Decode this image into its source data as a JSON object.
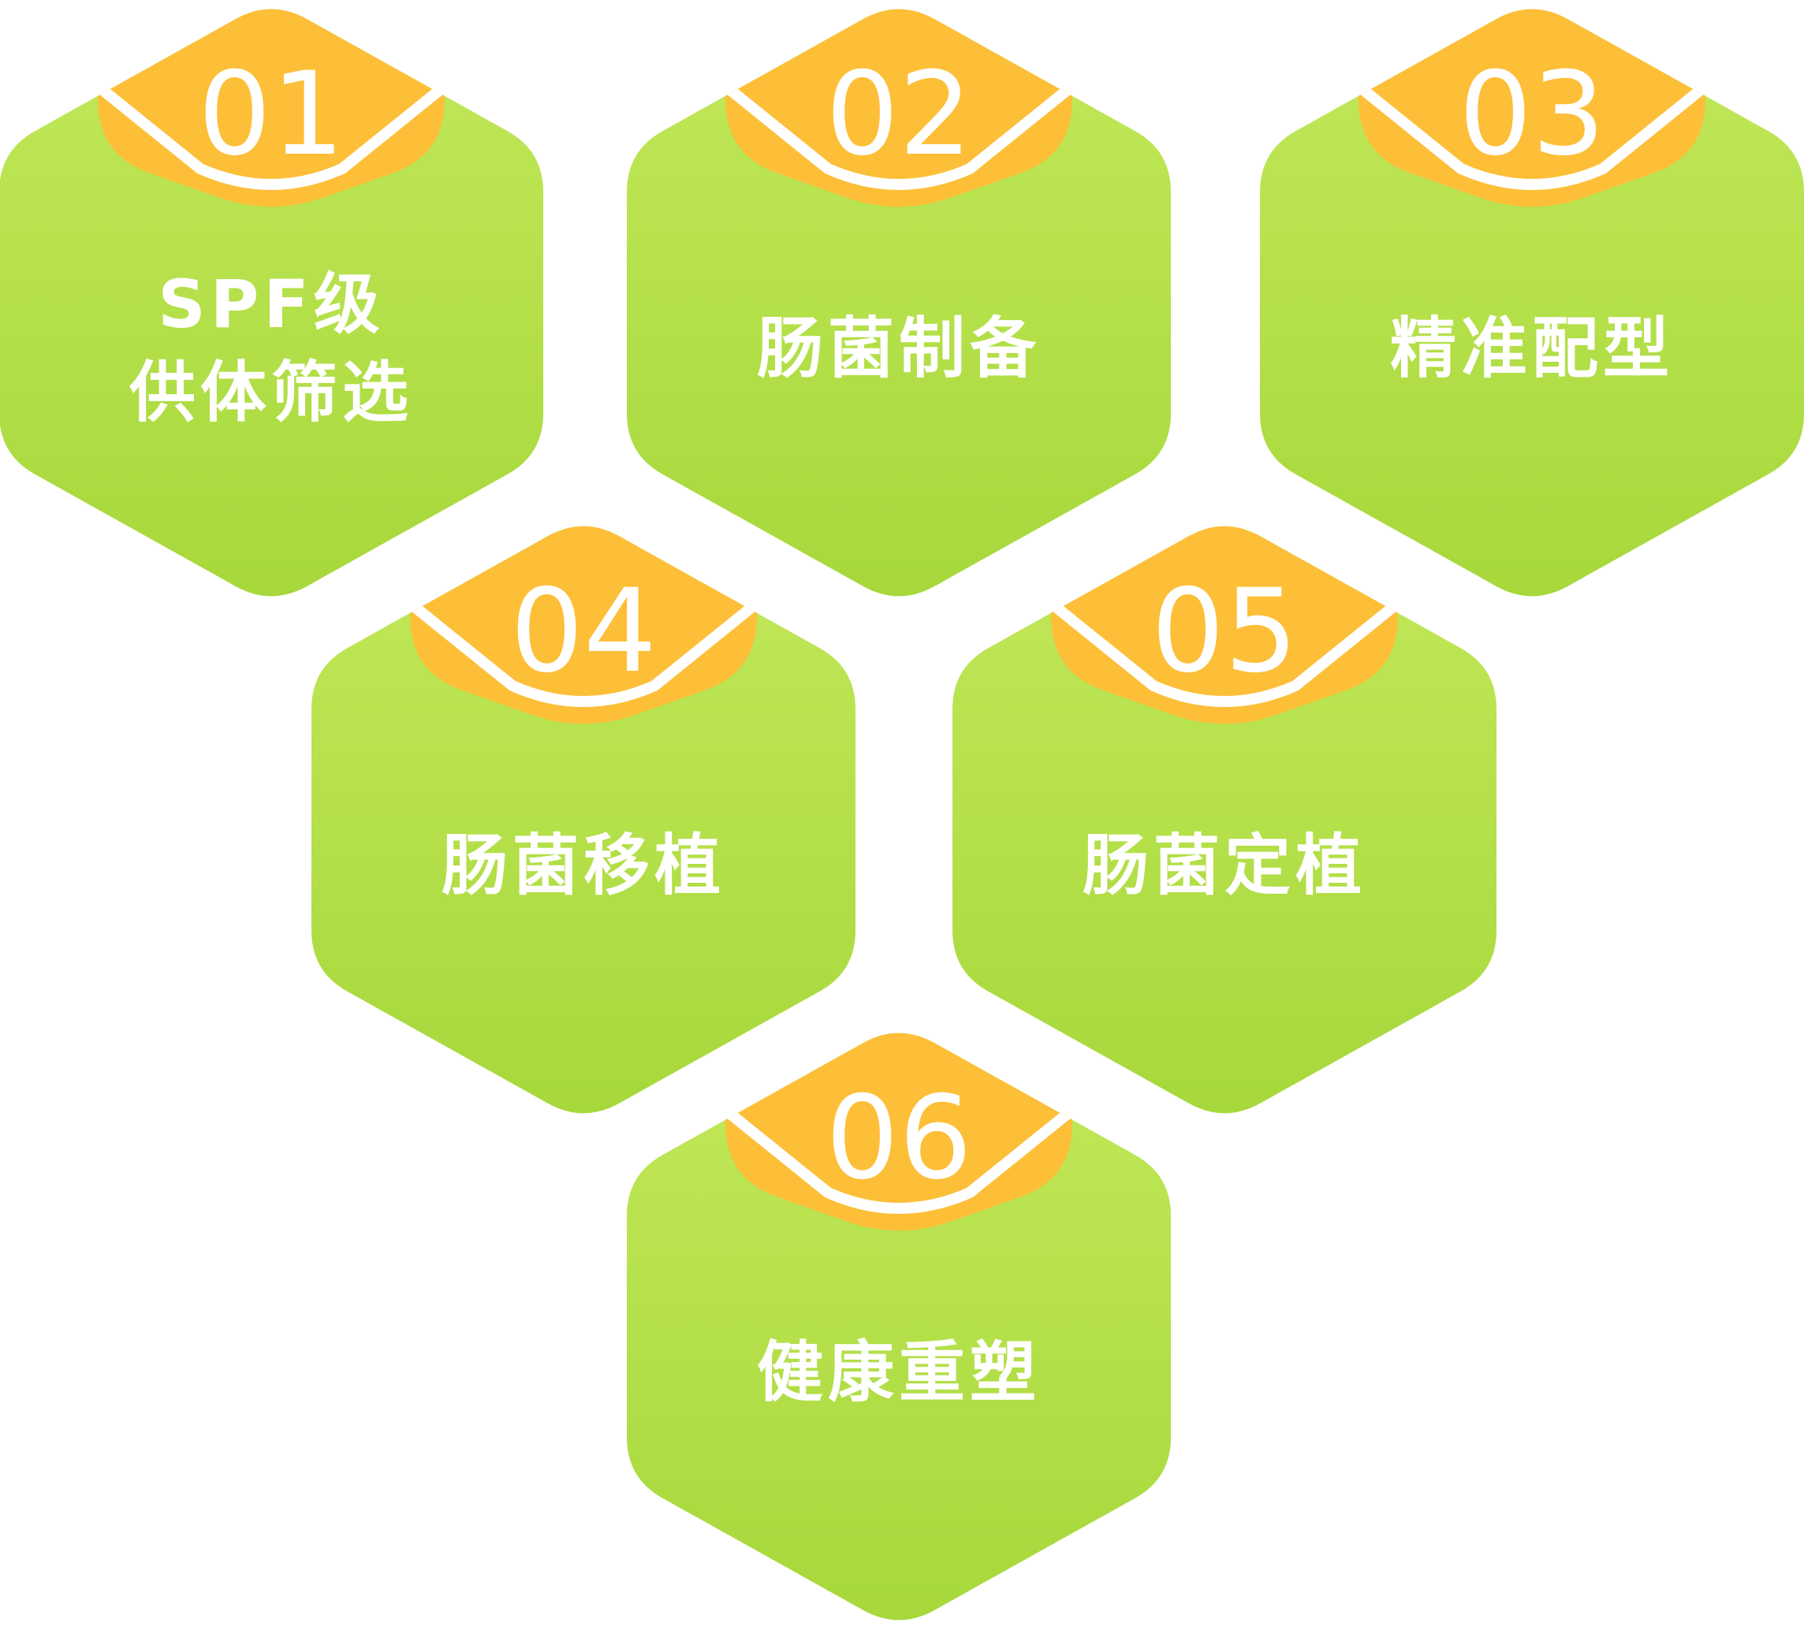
{
  "colors": {
    "hex_top": "#c2e85a",
    "hex_bottom": "#a7d83b",
    "badge": "#fdbf38",
    "separator": "#ffffff",
    "text": "#ffffff"
  },
  "steps": [
    {
      "number": "01",
      "title_lines": [
        "SPF级",
        "供体筛选"
      ]
    },
    {
      "number": "02",
      "title_lines": [
        "肠菌制备"
      ]
    },
    {
      "number": "03",
      "title_lines": [
        "精准配型"
      ]
    },
    {
      "number": "04",
      "title_lines": [
        "肠菌移植"
      ]
    },
    {
      "number": "05",
      "title_lines": [
        "肠菌定植"
      ]
    },
    {
      "number": "06",
      "title_lines": [
        "健康重塑"
      ]
    }
  ]
}
